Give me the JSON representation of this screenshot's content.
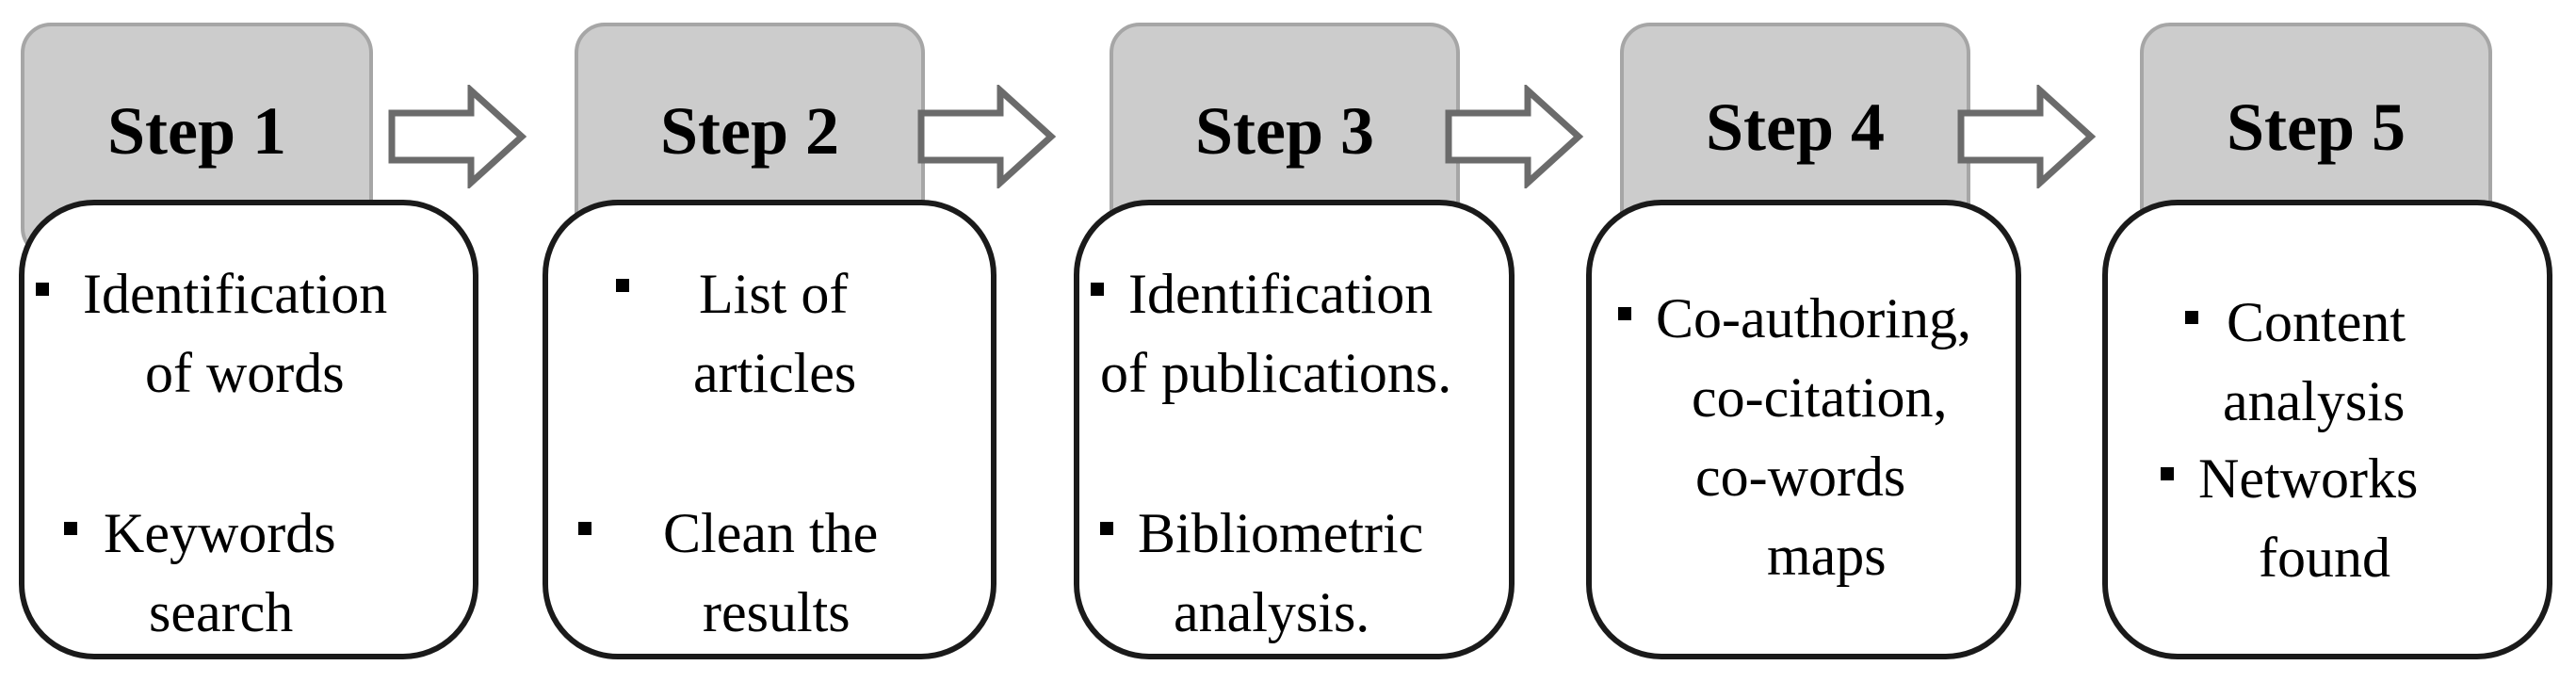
{
  "steps": [
    {
      "title": "Step 1",
      "lines": [
        "Identification",
        "of words",
        "Keywords",
        "search"
      ]
    },
    {
      "title": "Step 2",
      "lines": [
        "List of",
        "articles",
        "Clean the",
        "results"
      ]
    },
    {
      "title": "Step 3",
      "lines": [
        "Identification",
        "of publications.",
        "Bibliometric",
        "analysis."
      ]
    },
    {
      "title": "Step 4",
      "lines": [
        "Co-authoring,",
        "co-citation,",
        "co-words",
        "maps"
      ]
    },
    {
      "title": "Step 5",
      "lines": [
        "Content",
        "analysis",
        "Networks",
        "found"
      ]
    }
  ]
}
